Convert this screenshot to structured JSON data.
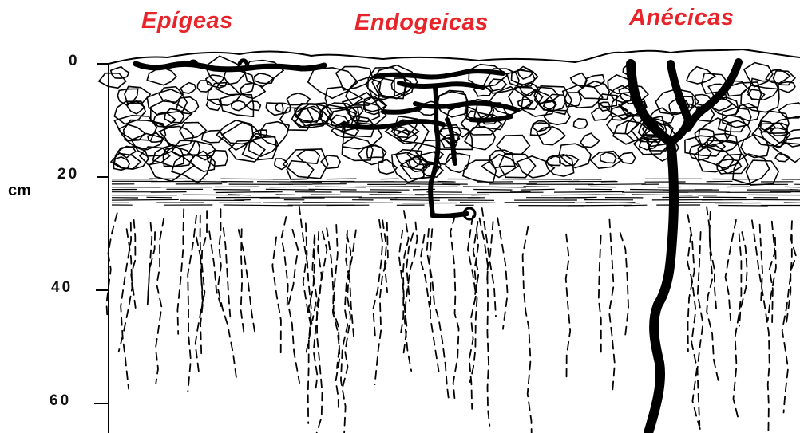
{
  "categories": [
    {
      "id": "epigeas",
      "label": "Epígeas"
    },
    {
      "id": "endogeicas",
      "label": "Endogeicas"
    },
    {
      "id": "anecicas",
      "label": "Anécicas"
    }
  ],
  "depth_axis": {
    "unit": "cm",
    "ticks": [
      "0",
      "20",
      "40",
      "60"
    ],
    "range": [
      0,
      65
    ]
  },
  "colors": {
    "label": "#e8242a",
    "ink": "#000000"
  }
}
